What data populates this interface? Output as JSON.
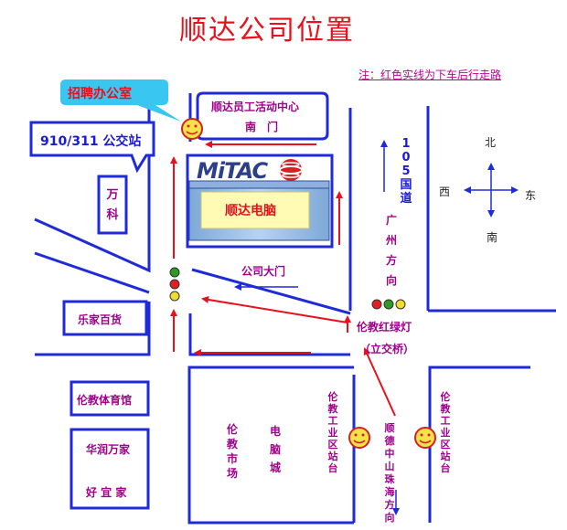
{
  "title": "顺达公司位置",
  "note": "注：红色实线为下车后行走路",
  "callouts": {
    "recruit_office": "招聘办公室",
    "bus_stop": "910/311 公交站"
  },
  "landmarks": {
    "staff_center_line1": "顺达员工活动中心",
    "staff_center_line2": "南　门",
    "mitac_logo": "MiTAC",
    "shunda_pc": "顺达电脑",
    "wanke": "万科",
    "company_gate": "公司大门",
    "lejia": "乐家百货",
    "lunjiao_gym": "伦教体育馆",
    "huarun_line1": "华润万家",
    "huarun_line2": "好 宜 家",
    "lunjiao_market": "伦教市场",
    "computer_city": "电脑城",
    "lunjiao_ind_west": "伦教工业区站台",
    "lunjiao_ind_east": "伦教工业区站台",
    "guangzhou_dir": "广州方向",
    "shunde_dir": "顺德中山珠海方向",
    "national_road": "105国道",
    "traffic_light_line1": "伦教红绿灯",
    "traffic_light_line2": "（立交桥）"
  },
  "compass": {
    "north": "北",
    "south": "南",
    "east": "东",
    "west": "西"
  },
  "colors": {
    "road_blue": "#1f2bd8",
    "walk_red": "#e8101c",
    "label_purple": "#a0008c",
    "title_red": "#e8101c",
    "callout_cyan": "#39c6f0"
  }
}
